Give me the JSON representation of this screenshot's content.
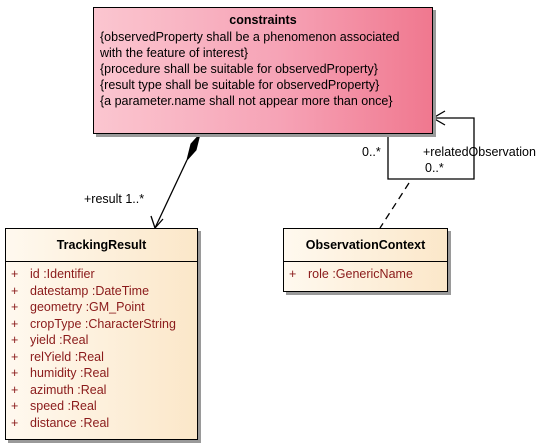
{
  "constraints": {
    "title": "constraints",
    "lines": [
      "{observedProperty shall be a phenomenon associated",
      "with the feature of interest}",
      "{procedure shall be suitable for observedProperty}",
      "{result type shall be suitable for observedProperty}",
      "{a parameter.name shall not appear more than once}"
    ]
  },
  "tracking_result": {
    "name": "TrackingResult",
    "attributes": [
      {
        "vis": "+",
        "text": "id  :Identifier"
      },
      {
        "vis": "+",
        "text": "datestamp  :DateTime"
      },
      {
        "vis": "+",
        "text": "geometry  :GM_Point"
      },
      {
        "vis": "+",
        "text": "cropType  :CharacterString"
      },
      {
        "vis": "+",
        "text": "yield  :Real"
      },
      {
        "vis": "+",
        "text": "relYield  :Real"
      },
      {
        "vis": "+",
        "text": "humidity  :Real"
      },
      {
        "vis": "+",
        "text": "azimuth  :Real"
      },
      {
        "vis": "+",
        "text": "speed  :Real"
      },
      {
        "vis": "+",
        "text": "distance  :Real"
      }
    ]
  },
  "observation_context": {
    "name": "ObservationContext",
    "attributes": [
      {
        "vis": "+",
        "text": "role  :GenericName"
      }
    ]
  },
  "labels": {
    "result_role": "+result 1..*",
    "self_mult_left": "0..*",
    "related_role": "+relatedObservation",
    "related_mult": "0..*"
  },
  "colors": {
    "constraint_fill_left": "#fbc6d0",
    "constraint_fill_right": "#f0788f",
    "class_fill_left": "#fff9ef",
    "class_fill_right": "#fbe7c9",
    "attribute_text": "#8a1a1a"
  }
}
